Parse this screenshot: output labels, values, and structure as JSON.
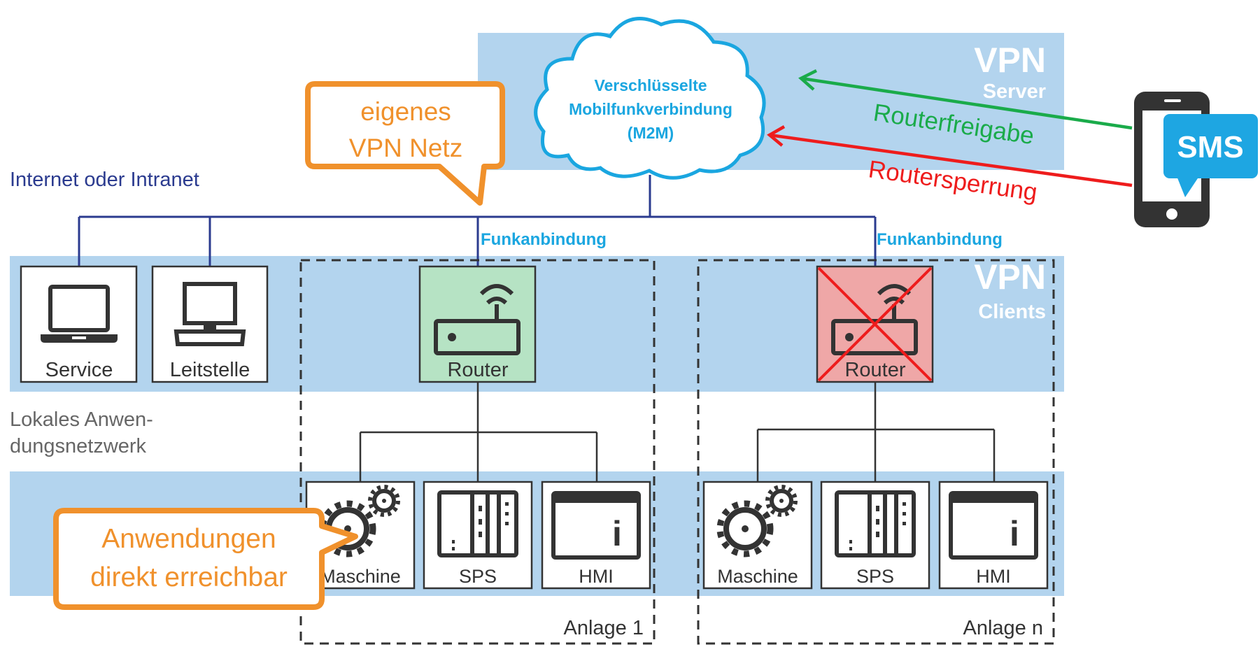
{
  "colors": {
    "band": "#b3d4ee",
    "line_blue": "#2b3b8f",
    "cyan_text": "#1aa6e0",
    "orange": "#f0912c",
    "green_arrow": "#1aab4a",
    "red_arrow": "#ee1c1c",
    "router_ok": "#b6e3c4",
    "router_blocked": "#efa7a7",
    "icon_dark": "#333333",
    "sms_blue": "#1ea6e2"
  },
  "vpn_server": {
    "title": "VPN",
    "subtitle": "Server"
  },
  "vpn_clients": {
    "title": "VPN",
    "subtitle": "Clients"
  },
  "cloud": {
    "line1": "Verschlüsselte",
    "line2": "Mobilfunkverbindung",
    "line3": "(M2M)"
  },
  "callouts": {
    "vpn_netz": {
      "line1": "eigenes",
      "line2": "VPN Netz"
    },
    "anwendungen": {
      "line1": "Anwendungen",
      "line2": "direkt erreichbar"
    }
  },
  "labels": {
    "internet": "Internet oder Intranet",
    "lokal_line1": "Lokales Anwen-",
    "lokal_line2": "dungsnetzwerk",
    "funk_1": "Funkanbindung",
    "funk_n": "Funkanbindung"
  },
  "arrows": {
    "freigabe": "Routerfreigabe",
    "sperrung": "Routersperrung"
  },
  "phone": {
    "sms_label": "SMS"
  },
  "devices": {
    "service": "Service",
    "leitstelle": "Leitstelle",
    "router_1": "Router",
    "router_n": "Router"
  },
  "anlage_1": {
    "label": "Anlage 1",
    "maschine": "Maschine",
    "sps": "SPS",
    "hmi": "HMI"
  },
  "anlage_n": {
    "label": "Anlage n",
    "maschine": "Maschine",
    "sps": "SPS",
    "hmi": "HMI"
  }
}
